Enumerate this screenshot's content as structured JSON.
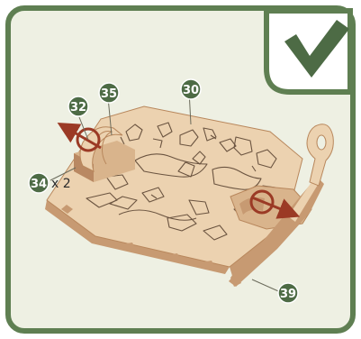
{
  "callouts": {
    "part_32": "32",
    "part_35": "35",
    "part_30": "30",
    "part_34": "34",
    "part_39": "39"
  },
  "quantity": "x 2",
  "colors": {
    "frame": "#5f7f52",
    "background": "#eef0e3",
    "badge": "#4d6b45",
    "wood": "#ecd2b0",
    "wood_edge": "#c79a72",
    "arrow": "#9b3a25",
    "checkmark": "#4d6b45"
  },
  "icons": {
    "status": "checkmark-icon",
    "direction": "arrow-icon"
  }
}
